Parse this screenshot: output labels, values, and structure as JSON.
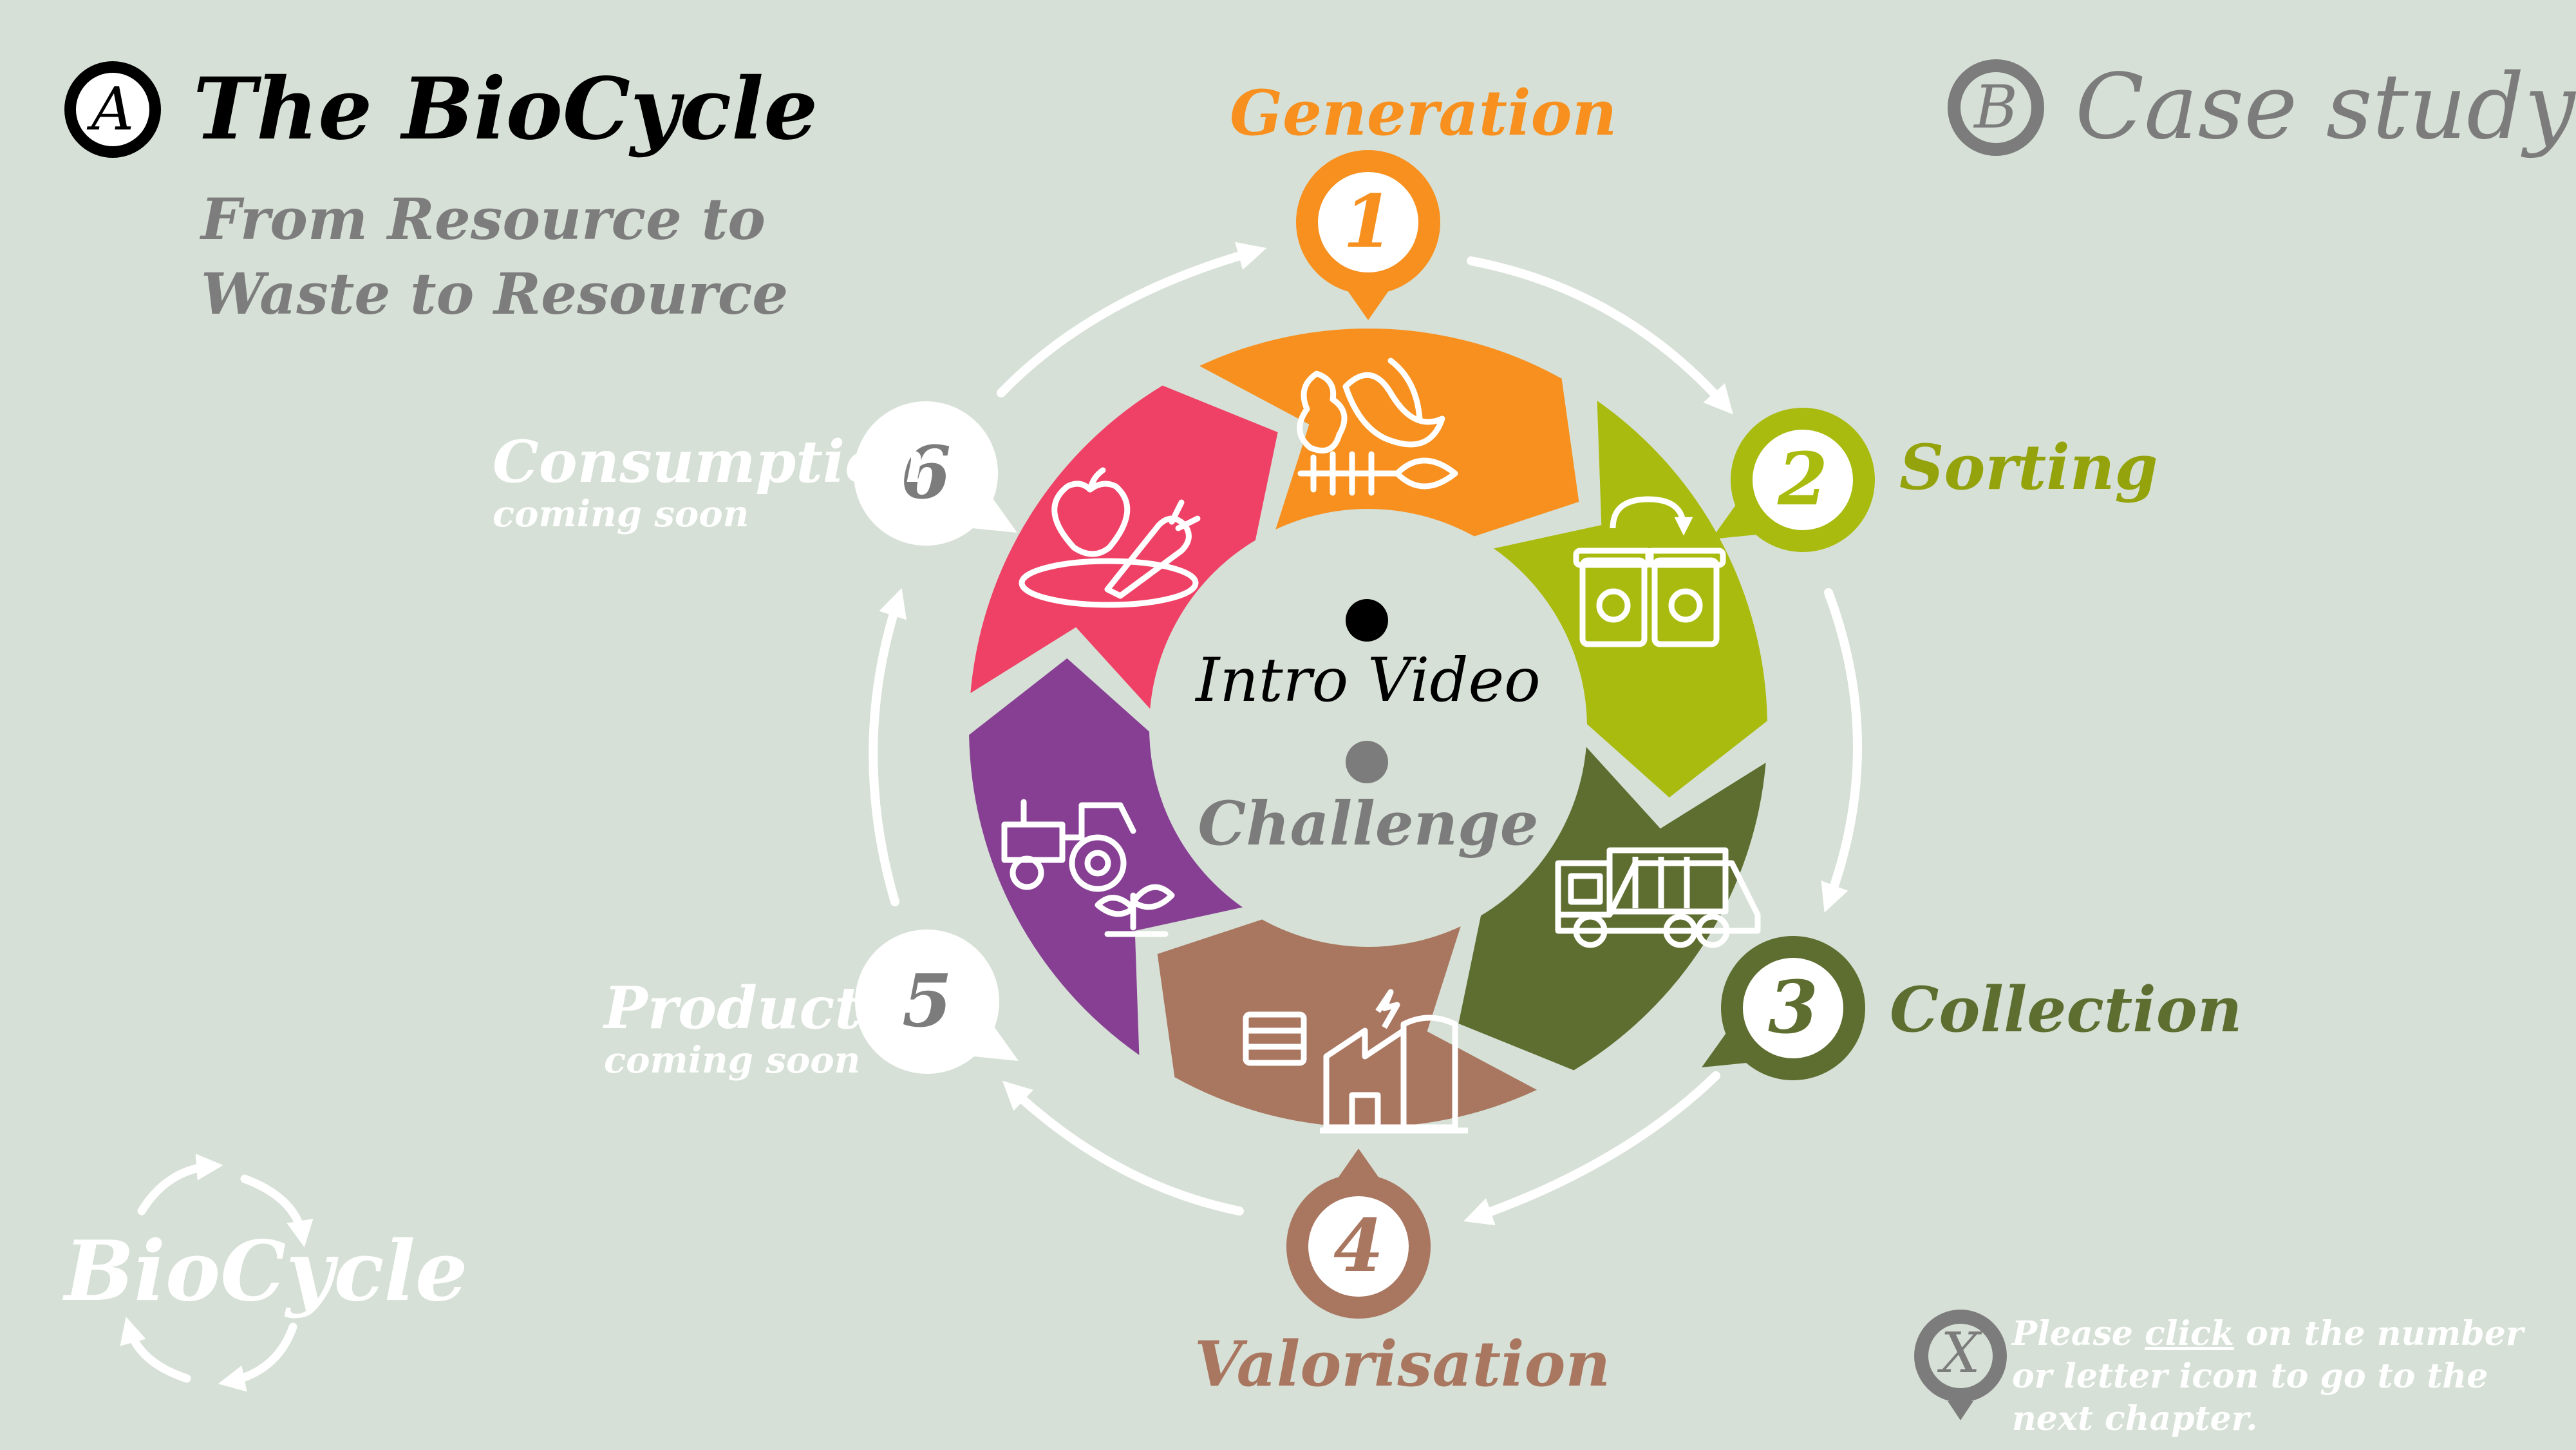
{
  "header_a": {
    "letter": "A",
    "title": "The BioCycle",
    "subtitle": "From Resource to Waste to Resource"
  },
  "header_b": {
    "letter": "B",
    "title": "Case study"
  },
  "stages": [
    {
      "number": "1",
      "label": "Generation",
      "color": "#f7901e"
    },
    {
      "number": "2",
      "label": "Sorting",
      "color": "#a9bb0e"
    },
    {
      "number": "3",
      "label": "Collection",
      "color": "#5e6e30"
    },
    {
      "number": "4",
      "label": "Valorisation",
      "color": "#a97660"
    },
    {
      "number": "5",
      "label": "Products",
      "note": "coming soon",
      "color": "#863f93"
    },
    {
      "number": "6",
      "label": "Consumption",
      "note": "coming soon",
      "color": "#ef4166"
    }
  ],
  "center": {
    "intro": "Intro Video",
    "challenge": "Challenge"
  },
  "brand": "BioCycle",
  "hint": {
    "letter": "X",
    "pre": "Please ",
    "link": "click",
    "post": " on the number or letter icon to go to the next chapter."
  },
  "colors": {
    "background": "#d6e0d6",
    "grey": "#7c7c7c",
    "white": "#ffffff"
  }
}
